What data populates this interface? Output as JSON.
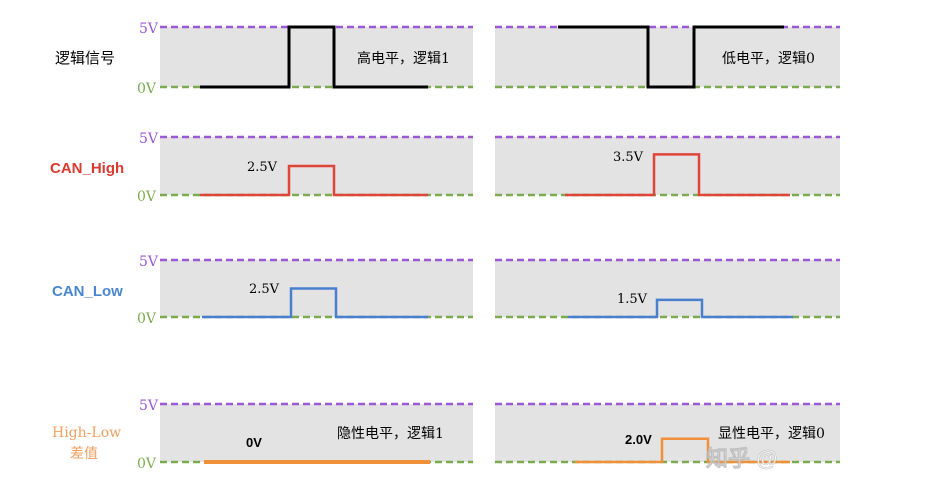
{
  "levels": {
    "high": "5V",
    "low": "0V"
  },
  "colors": {
    "five_v": "#9b59d6",
    "zero_v": "#7bab4e",
    "logic": "#000000",
    "can_high": "#e0453a",
    "can_low": "#4a7fd0",
    "diff": "#f0903a",
    "panel": "#e3e3e3"
  },
  "rows": [
    {
      "label": "逻辑信号",
      "left_note": "高电平，逻辑1",
      "right_note": "低电平，逻辑0"
    },
    {
      "label": "CAN_High",
      "left_value": "2.5V",
      "right_value": "3.5V"
    },
    {
      "label": "CAN_Low",
      "left_value": "2.5V",
      "right_value": "1.5V"
    },
    {
      "label": "High-Low",
      "label2": "差值",
      "left_value": "0V",
      "right_value": "2.0V",
      "left_note": "隐性电平，逻辑1",
      "right_note": "显性电平，逻辑0"
    }
  ],
  "watermark": "知乎 @"
}
